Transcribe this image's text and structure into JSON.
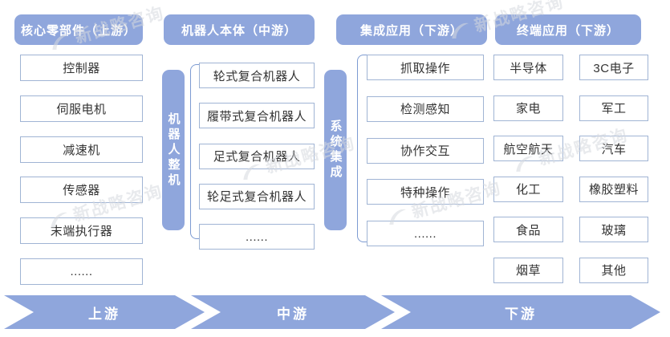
{
  "watermark": {
    "text": "新战略咨询"
  },
  "columns": [
    {
      "header": "核心零部件（上游）",
      "items": [
        "控制器",
        "伺服电机",
        "减速机",
        "传感器",
        "末端执行器",
        "......"
      ]
    },
    {
      "header": "机器人本体（中游）",
      "side_label": "机器人整机",
      "items": [
        "轮式复合机器人",
        "履带式复合机器人",
        "足式复合机器人",
        "轮足式复合机器人",
        "......"
      ]
    },
    {
      "header": "集成应用（下游）",
      "side_label": "系统集成",
      "items": [
        "抓取操作",
        "检测感知",
        "协作交互",
        "特种操作",
        "......"
      ]
    },
    {
      "header": "终端应用（下游）",
      "left_items": [
        "半导体",
        "家电",
        "航空航天",
        "化工",
        "食品",
        "烟草"
      ],
      "right_items": [
        "3C电子",
        "军工",
        "汽车",
        "橡胶塑料",
        "玻璃",
        "其他"
      ]
    }
  ],
  "flow_arrows": [
    "上游",
    "中游",
    "下游"
  ],
  "colors": {
    "accent": "#8FA6DC",
    "box_border": "#A0B4D4",
    "bracket": "#7D9BD2",
    "box_text": "#333333",
    "watermark": "#D6D9DF"
  }
}
